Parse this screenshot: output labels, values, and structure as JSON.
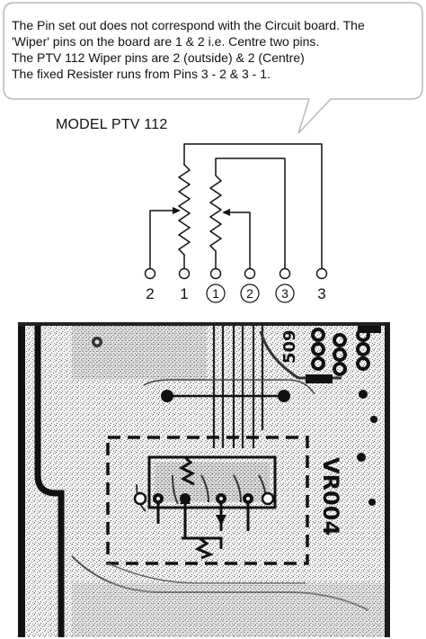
{
  "callout": {
    "lines": [
      "The Pin set out does not correspond with the Circuit board. The",
      "'Wiper' pins on the board are 1 & 2 i.e.  Centre two pins.",
      "The PTV 112 Wiper pins are 2 (outside) & 2 (Centre)",
      "The fixed Resister runs from Pins 3 - 2 & 3 - 1."
    ]
  },
  "schematic": {
    "model_title": "MODEL PTV 112",
    "pins": [
      "2",
      "1",
      "1",
      "2",
      "3",
      "3"
    ],
    "circled_pins": [
      false,
      false,
      true,
      true,
      true,
      false
    ]
  },
  "board": {
    "silkscreen_label": "VR004",
    "partial_label": "509"
  }
}
